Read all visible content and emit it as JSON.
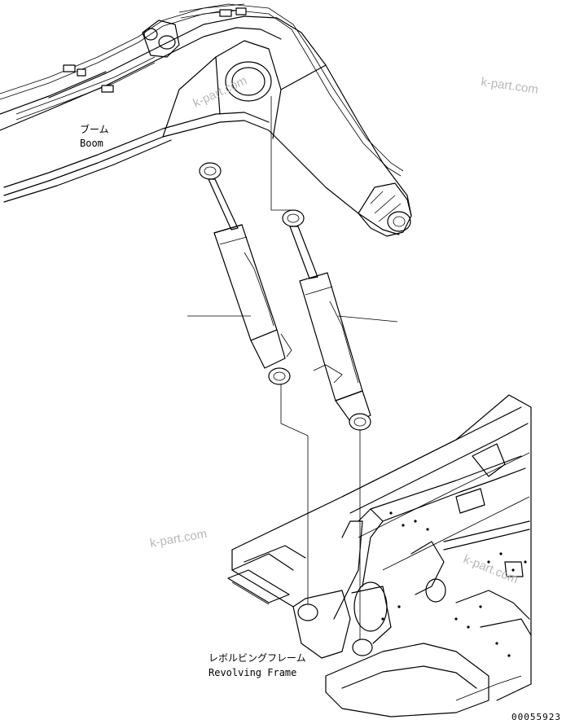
{
  "labels": {
    "boom_jp": "ブーム",
    "boom_en": "Boom",
    "frame_jp": "レボルビングフレーム",
    "frame_en": "Revolving Frame"
  },
  "watermarks": [
    "k-part.com",
    "k-part.com",
    "k-part.com",
    "k-part.com"
  ],
  "drawing_number": "00055923",
  "colors": {
    "line": "#000000",
    "watermark": "#b8b8b8",
    "background": "#ffffff"
  }
}
